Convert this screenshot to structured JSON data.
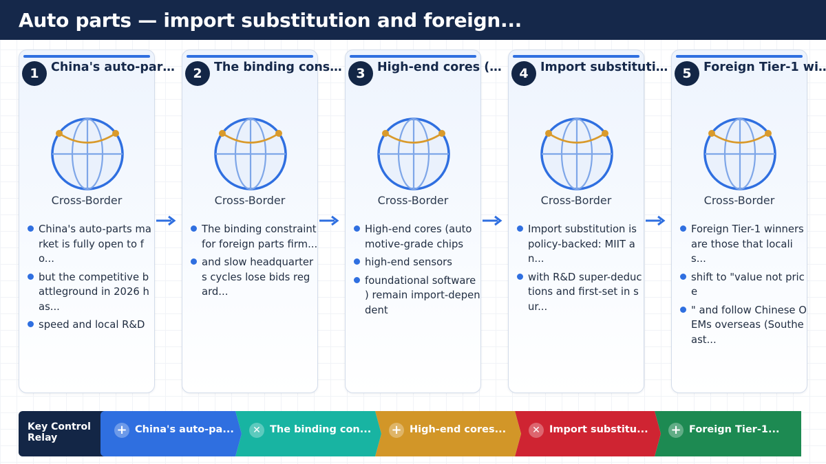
{
  "header": {
    "title": "Auto parts — import substitution and foreign..."
  },
  "colors": {
    "header_bg": "#15284a",
    "accent": "#2f6fe0",
    "relay_blue": "#2f6fe0",
    "relay_teal": "#18b4a2",
    "relay_gold": "#d29628",
    "relay_red": "#cf2432",
    "relay_green": "#1d8a52"
  },
  "cards": [
    {
      "number": "1",
      "title": "China's auto-parts...",
      "icon": "globe-icon",
      "caption": "Cross-Border",
      "bullets": [
        "China's auto-parts market is fully open to fo...",
        "but the competitive battleground in 2026 has...",
        "speed and local R&D"
      ]
    },
    {
      "number": "2",
      "title": "The binding constra...",
      "icon": "globe-icon",
      "caption": "Cross-Border",
      "bullets": [
        "The binding constraint for foreign parts firm...",
        "and slow headquarters cycles lose bids reg ard..."
      ]
    },
    {
      "number": "3",
      "title": "High-end cores (aut...",
      "icon": "globe-icon",
      "caption": "Cross-Border",
      "bullets": [
        "High-end cores (automotive-grade chips",
        "high-end sensors",
        "foundational software ) remain import-dependent"
      ]
    },
    {
      "number": "4",
      "title": "Import substitution...",
      "icon": "globe-icon",
      "caption": "Cross-Border",
      "bullets": [
        "Import substitution is policy-backed: MIIT an...",
        "with R&D super-deductions and first-set in sur..."
      ]
    },
    {
      "number": "5",
      "title": "Foreign Tier-1 winn...",
      "icon": "globe-icon",
      "caption": "Cross-Border",
      "bullets": [
        "Foreign Tier-1 winners are those that localis...",
        "shift to \"value not price",
        "\" and follow Chinese OEMs overseas (Southe ast..."
      ]
    }
  ],
  "relay": {
    "label": "Key Control Relay",
    "segments": [
      {
        "icon": "plus-icon",
        "symbol": "+",
        "text": "China's auto-pa...",
        "color": "#2f6fe0"
      },
      {
        "icon": "cross-icon",
        "symbol": "✕",
        "text": "The binding con...",
        "color": "#18b4a2"
      },
      {
        "icon": "plus-icon",
        "symbol": "+",
        "text": "High-end cores...",
        "color": "#d29628"
      },
      {
        "icon": "cross-icon",
        "symbol": "✕",
        "text": "Import substitu...",
        "color": "#cf2432"
      },
      {
        "icon": "plus-icon",
        "symbol": "+",
        "text": "Foreign Tier-1...",
        "color": "#1d8a52"
      }
    ]
  }
}
